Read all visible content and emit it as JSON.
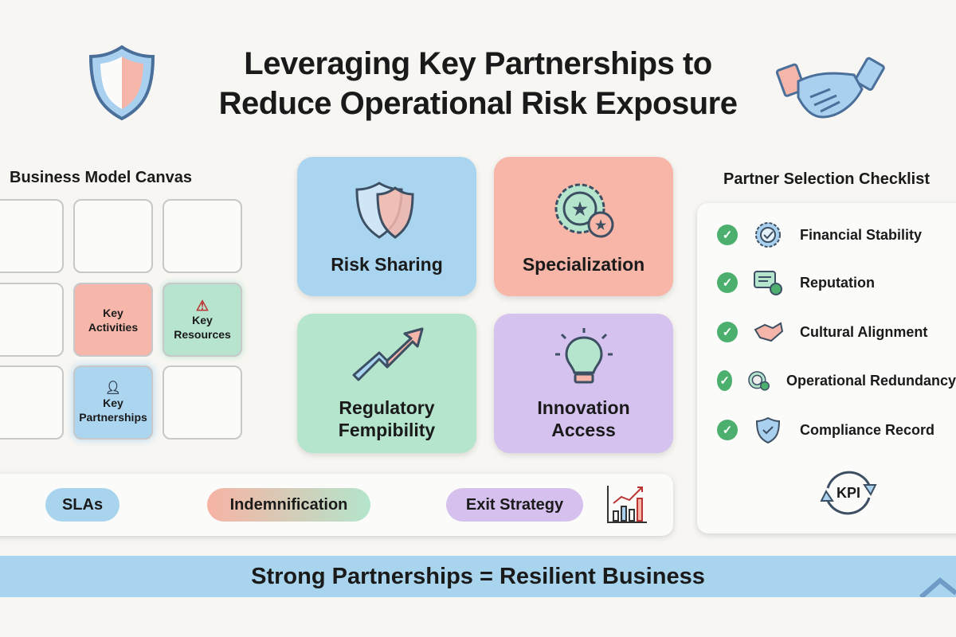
{
  "header": {
    "title_line1": "Leveraging Key Partnerships to",
    "title_line2": "Reduce Operational Risk Exposure"
  },
  "canvas": {
    "title": "Business Model Canvas",
    "key_activities": [
      "Key",
      "Activities"
    ],
    "key_resources": [
      "Key",
      "Resources"
    ],
    "key_partnerships": [
      "Key",
      "Partnerships"
    ]
  },
  "tiles": [
    {
      "label": "Risk Sharing",
      "color": "#a9d5f0"
    },
    {
      "label": "Specialization",
      "color": "#f7b6a8"
    },
    {
      "label_lines": [
        "Regulatory",
        "Fempibility"
      ],
      "color": "#b5e6cd"
    },
    {
      "label_lines": [
        "Innovation",
        "Access"
      ],
      "color": "#d5c2ee"
    }
  ],
  "checklist": {
    "title": "Partner Selection Checklist",
    "items": [
      "Financial Stability",
      "Reputation",
      "Cultural Alignment",
      "Operational Redundancy",
      "Compliance Record"
    ],
    "kpi": "KPI"
  },
  "contracts": {
    "pills": [
      "SLAs",
      "Indemnification",
      "Exit Strategy"
    ]
  },
  "banner": {
    "text": "Strong Partnerships = Resilient Business",
    "color": "#a9d4ee"
  }
}
